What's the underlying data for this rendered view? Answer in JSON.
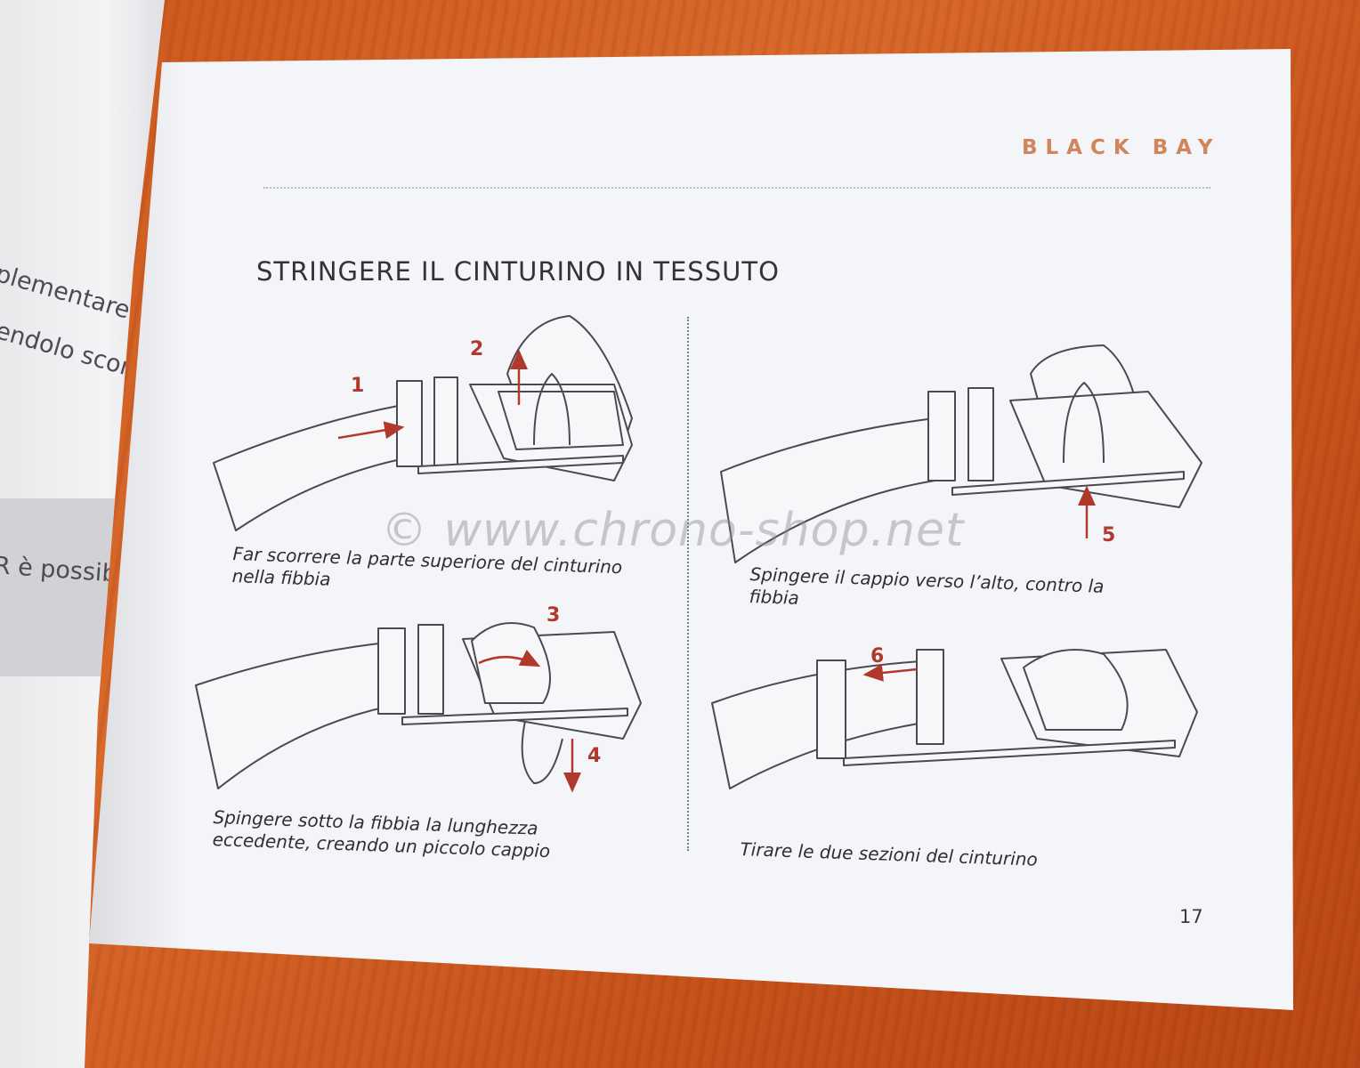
{
  "left_page": {
    "lines": [
      "plementare in tessuto",
      "endolo scorrere nella",
      "R è possibile"
    ]
  },
  "header": {
    "brand": "BLACK BAY"
  },
  "section": {
    "title": "STRINGERE IL CINTURINO IN TESSUTO"
  },
  "steps": [
    {
      "number": "1"
    },
    {
      "number": "2"
    },
    {
      "number": "3"
    },
    {
      "number": "4"
    },
    {
      "number": "5"
    },
    {
      "number": "6"
    }
  ],
  "captions": {
    "top_left": [
      "Far scorrere la parte superiore del cinturino",
      "nella fibbia"
    ],
    "top_right": [
      "Spingere il cappio verso l’alto, contro la",
      "fibbia"
    ],
    "bottom_left": [
      "Spingere sotto la fibbia la lunghezza",
      "eccedente, creando un piccolo cappio"
    ],
    "bottom_right": [
      "Tirare le due sezioni del cinturino"
    ]
  },
  "page_number": "17",
  "watermark": "© www.chrono-shop.net",
  "colors": {
    "accent_brand": "#d0855a",
    "step_red": "#b0392c",
    "paper": "#f4f5f8",
    "table": "#c9561c"
  }
}
